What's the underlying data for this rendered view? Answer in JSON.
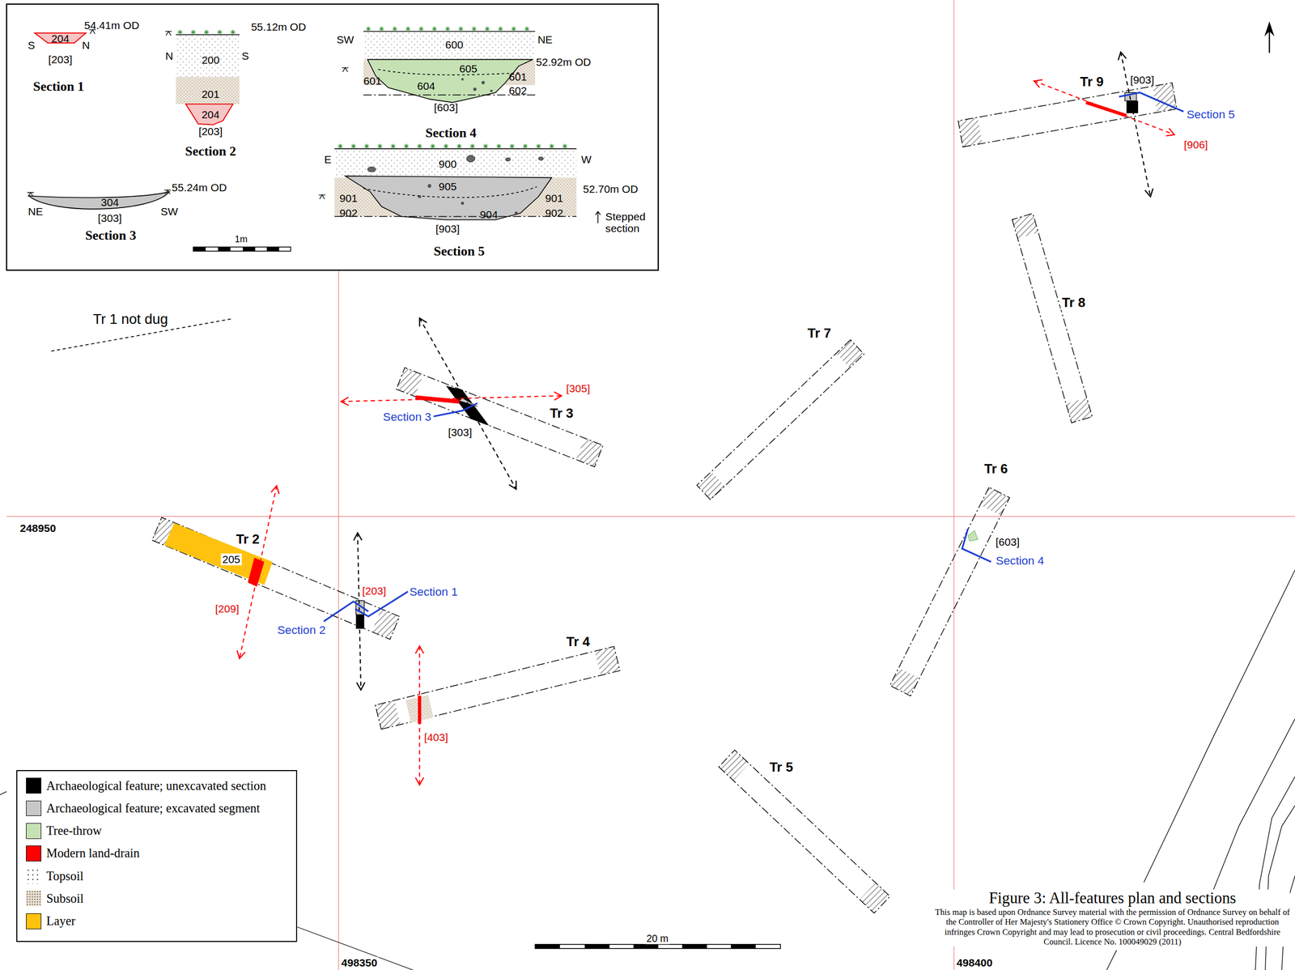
{
  "diagram": {
    "title": "Figure 3: All-features plan and sections",
    "caption": "This map is based upon Ordnance Survey material with the permission of Ordnance Survey on behalf of the Controller of Her Majesty's Stationery Office © Crown Copyright. Unauthorised reproduction infringes Crown Copyright and may lead to prosecution or civil proceedings. Central Bedfordshire Council. Licence No. 100049029 (2011)",
    "labels": [
      "54.41m OD",
      "S",
      "204",
      "N",
      "[203]",
      "Section 1",
      "55.12m OD",
      "N",
      "200",
      "S",
      "201",
      "204",
      "[203]",
      "Section 2",
      "55.24m OD",
      "304",
      "NE",
      "[303]",
      "SW",
      "Section 3",
      "SW",
      "600",
      "NE",
      "52.92m OD",
      "605",
      "601",
      "604",
      "601",
      "602",
      "[603]",
      "Section 4",
      "E",
      "900",
      "W",
      "905",
      "901",
      "901",
      "52.70m OD",
      "902",
      "904",
      "902",
      "[903]",
      "Stepped section",
      "Section 5",
      "1m",
      "Tr 1 not dug",
      "Tr 2",
      "205",
      "[209]",
      "[203]",
      "Section 1",
      "Section 2",
      "Tr 3",
      "[305]",
      "Section 3",
      "[303]",
      "Tr 4",
      "[403]",
      "Tr 5",
      "Tr 6",
      "[603]",
      "Section 4",
      "Tr 7",
      "Tr 8",
      "Tr 9",
      "[903]",
      "Section 5",
      "[906]",
      "248950",
      "498350",
      "498400",
      "20 m"
    ],
    "legend": [
      {
        "text": "Archaeological feature; unexcavated section",
        "color": "#000000"
      },
      {
        "text": "Archaeological feature; excavated segment",
        "color": "#c8c8c8"
      },
      {
        "text": "Tree-throw",
        "color": "#c6e2b5"
      },
      {
        "text": "Modern land-drain",
        "color": "#ff0000"
      },
      {
        "text": "Topsoil"
      },
      {
        "text": "Subsoil"
      },
      {
        "text": "Layer",
        "color": "#ffc20e"
      }
    ]
  }
}
